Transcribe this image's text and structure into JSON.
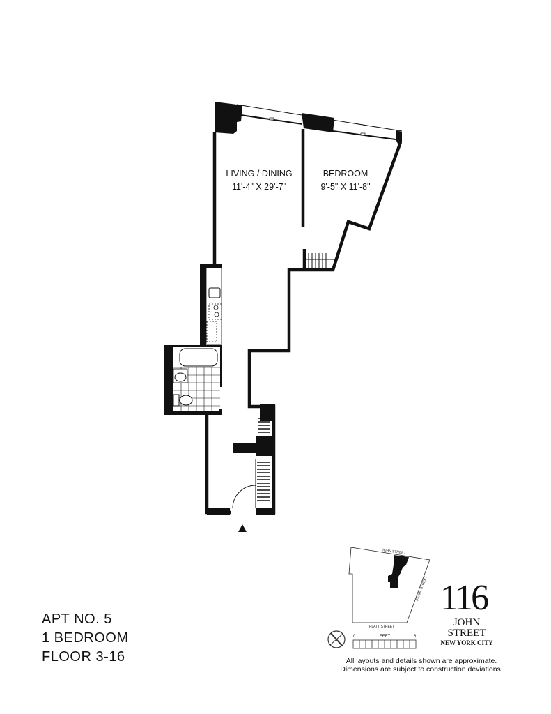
{
  "rooms": {
    "living": {
      "name": "LIVING / DINING",
      "size": "11'-4\" X 29'-7\""
    },
    "bedroom": {
      "name": "BEDROOM",
      "size": "9'-5\" X 11'-8\""
    }
  },
  "apartment": {
    "number": "APT NO. 5",
    "type": "1 BEDROOM",
    "floors": "FLOOR 3-16"
  },
  "key_map": {
    "north_street": "JOHN STREET",
    "east_street": "PEARL STREET",
    "south_street": "PLATT STREET"
  },
  "scale": {
    "start": "0",
    "unit": "FEET",
    "end": "8"
  },
  "building": {
    "number": "116",
    "street_line1": "JOHN",
    "street_line2": "STREET",
    "city": "NEW YORK CITY"
  },
  "disclaimer": {
    "line1": "All layouts and details shown are approximate.",
    "line2": "Dimensions are subject to construction deviations."
  }
}
